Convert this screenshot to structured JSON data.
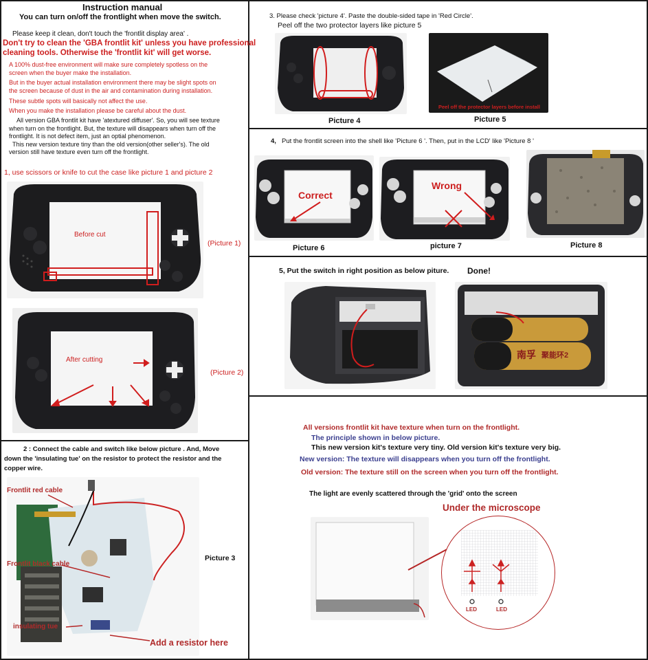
{
  "left_top": {
    "title": "Instruction manual",
    "subtitle": "You can turn on/off the frontlight when move the switch.",
    "keep_clean": "Please keep it clean, don't touch the 'frontlit display area' .",
    "warning_line1": "Don't try to clean the 'GBA frontlit kit' unless you have professional",
    "warning_line2": "cleaning tools. Otherwise the 'frontlit kit' will get worse.",
    "dust_line1": "A 100% dust-free environment will make sure completely spotless on the",
    "dust_line2": "screen when the buyer make the installation.",
    "dust_line3": "But in the buyer actual installation environment there may be slight spots on",
    "dust_line4": "the screen because of dust in the air and contamination during installation.",
    "dust_line5": "These subtle spots will basically not affect the use.",
    "dust_line6": "When you make the installation please be careful  about the dust.",
    "texture_line1": "All version  GBA frontlit kit have 'atextured diffuser'. So, you will see texture",
    "texture_line2": "when turn on the frontlight. But, the texture will disappears when turn off the",
    "texture_line3": "frontlight. It is not defect item, just an optial phenomenon.",
    "texture_line4": "This new version texture tiny than the old version(other seller's). The old",
    "texture_line5": "version still have texture even turn off the frontlight.",
    "step1": "1, use scissors or knife to cut the case like picture 1 and picture 2",
    "before_cut": "Before cut",
    "picture1": "(Picture 1)",
    "after_cutting": "After cutting",
    "picture2": "(Picture 2)"
  },
  "left_bottom": {
    "step2_line1": "2 :     Connect the cable and switch like below picture . And, Move",
    "step2_line2": "down the 'insulating tue' on the resistor to protect the resistor and the",
    "step2_line3": "copper wire.",
    "label_red_cable": "Frontlit red cable",
    "label_black_cable": "Frontlit black cable",
    "label_insulating": "insulating tue",
    "label_resistor": "Add a resistor here",
    "picture3": "Picture 3"
  },
  "step3": {
    "line1": "3. Please check 'picture 4'. Paste the double-sided tape in 'Red Circle'.",
    "line2": "Peel off the two protector layers like picture 5",
    "picture4": "Picture 4",
    "picture5": "Picture 5",
    "peel_caption": "Peel off the protector layers before install"
  },
  "step4": {
    "line_prefix": "4,",
    "line": "Put the frontlit screen into the shell like 'Picture 6 '. Then, put in the LCD' like 'Picture 8 '",
    "correct": "Correct",
    "wrong": "Wrong",
    "picture6": "Picture 6",
    "picture7": "picture 7",
    "picture8": "Picture 8"
  },
  "step5": {
    "line": "5, Put the switch in right position as below piture.",
    "done": "Done!",
    "battery_brand": "南孚",
    "battery_sub": "聚能环2"
  },
  "texture": {
    "line1": "All versions frontlit kit have  texture when turn on the frontlight.",
    "line2": "The principle shown in below picture.",
    "line3": "This new version kit's texture very tiny. Old version kit's texture very big.",
    "line4": "New version: The texture will disappears when you turn off the frontlight.",
    "line5": "Old version: The texture still on the screen when you turn off the frontlight.",
    "line6": "The light are evenly scattered through the 'grid' onto the screen",
    "microscope": "Under the microscope",
    "led1": "LED",
    "led2": "LED"
  }
}
